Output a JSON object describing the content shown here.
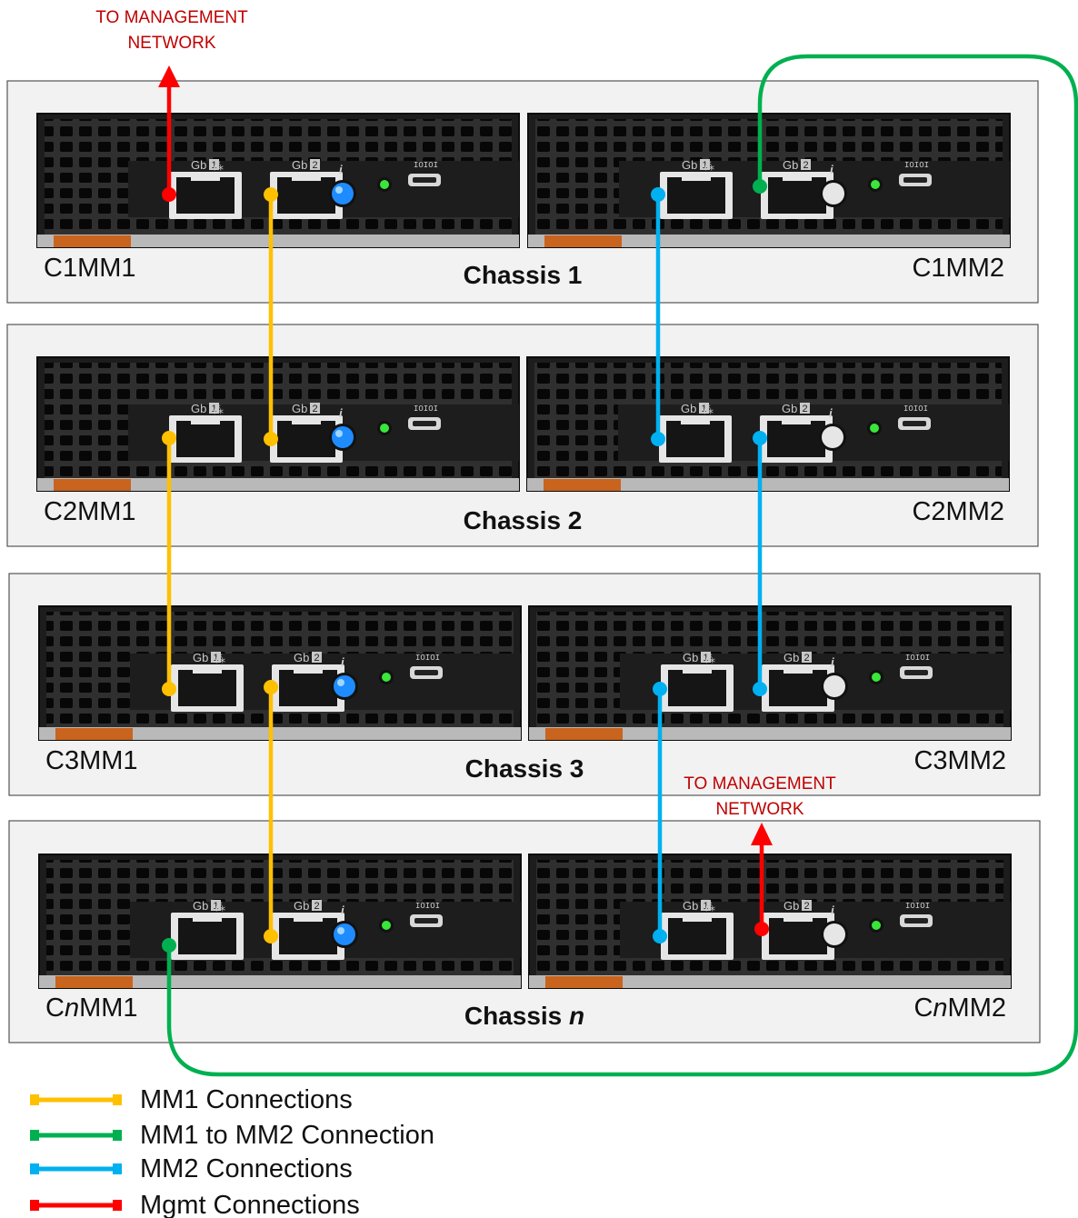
{
  "network_label_top": [
    "TO MANAGEMENT",
    "NETWORK"
  ],
  "network_label_bottom": [
    "TO MANAGEMENT",
    "NETWORK"
  ],
  "chassis": [
    {
      "title": "Chassis 1",
      "mm1": "C1MM1",
      "mm2": "C1MM2"
    },
    {
      "title": "Chassis 2",
      "mm1": "C2MM1",
      "mm2": "C2MM2"
    },
    {
      "title": "Chassis 3",
      "mm1": "C3MM1",
      "mm2": "C3MM2"
    },
    {
      "title_prefix": "Chassis ",
      "title_var": "n",
      "mm1_prefix": "C",
      "mm1_var": "n",
      "mm1_suffix": "MM1",
      "mm2_prefix": "C",
      "mm2_var": "n",
      "mm2_suffix": "MM2"
    }
  ],
  "port_labels": {
    "gb1": "Gb",
    "gb1_num": "1",
    "gb2": "Gb",
    "gb2_num": "2",
    "serial": "IOIOI"
  },
  "legend": [
    {
      "label": "MM1 Connections",
      "color": "#ffc000"
    },
    {
      "label": "MM1 to MM2 Connection",
      "color": "#00b050"
    },
    {
      "label": "MM2 Connections",
      "color": "#00b0f0"
    },
    {
      "label": "Mgmt Connections",
      "color": "#ff0000"
    }
  ],
  "colors": {
    "mm1": "#ffc000",
    "mm1_to_mm2": "#00b050",
    "mm2": "#00b0f0",
    "mgmt": "#ff0000",
    "panel": "#f2f2f2",
    "module": "#2a2a2a"
  }
}
